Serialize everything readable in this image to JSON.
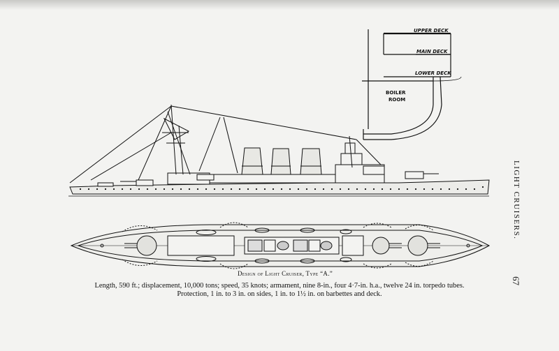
{
  "page": {
    "running_head": "LIGHT CRUISERS.",
    "page_number": "67"
  },
  "section_drawing": {
    "labels": {
      "upper_deck": "UPPER DECK",
      "main_deck": "MAIN DECK",
      "lower_deck": "LOWER DECK",
      "boiler": "BOILER",
      "room": "ROOM"
    }
  },
  "plate": {
    "caption": "Design of Light Cruiser, Type “A.”",
    "specs_line1": "Length, 590 ft.; displacement, 10,000 tons; speed, 35 knots; armament, nine 8-in., four 4·7-in. h.a., twelve 24 in. torpedo tubes.",
    "specs_line2": "Protection, 1 in. to 3 in. on sides, 1 in. to 1½ in. on barbettes and deck."
  },
  "colors": {
    "paper": "#f3f3f1",
    "ink": "#111111"
  }
}
